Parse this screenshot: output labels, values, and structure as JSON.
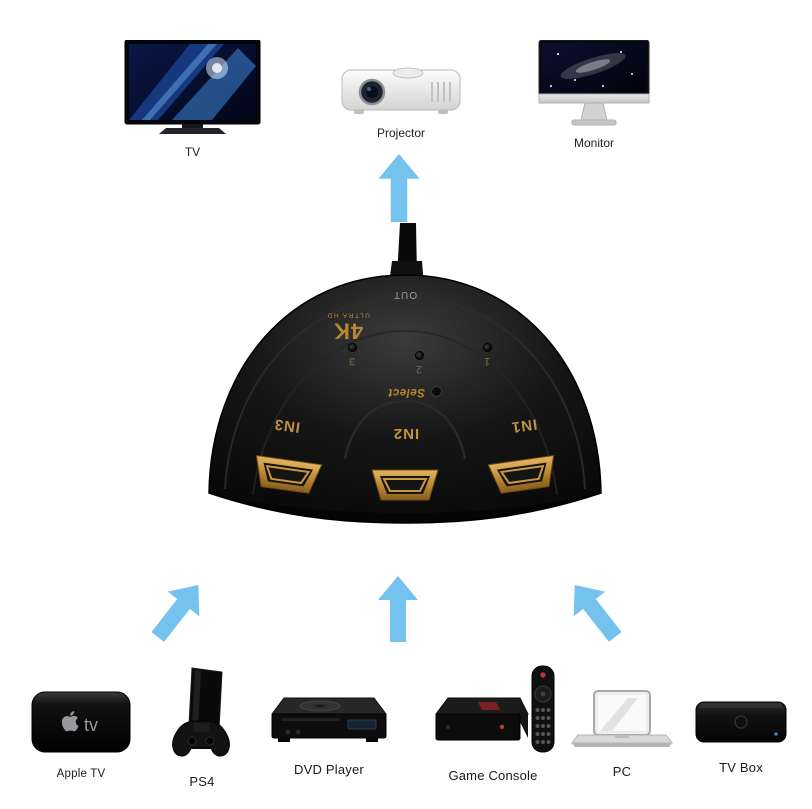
{
  "outputs": [
    {
      "label": "TV"
    },
    {
      "label": "Projector"
    },
    {
      "label": "Monitor"
    }
  ],
  "switch": {
    "out_label": "OUT",
    "brand_main": "4K",
    "brand_sub": "ULTRA HD",
    "select_label": "Select",
    "indicators": [
      "3",
      "2",
      "1"
    ],
    "ports": [
      "IN3",
      "IN2",
      "IN1"
    ]
  },
  "inputs": [
    {
      "label": "Apple TV",
      "logo_text": "tv"
    },
    {
      "label": "PS4"
    },
    {
      "label": "DVD Player"
    },
    {
      "label": "Game Console"
    },
    {
      "label": "PC"
    },
    {
      "label": "TV Box"
    }
  ],
  "icons": {
    "arrow": "up-arrow-icon",
    "apple_logo": "apple-icon"
  },
  "colors": {
    "arrow_blue": "#74c3ee",
    "brand_gold": "#b8882e",
    "port_gold": "#c0943c",
    "device_black": "#0b0b0b"
  }
}
